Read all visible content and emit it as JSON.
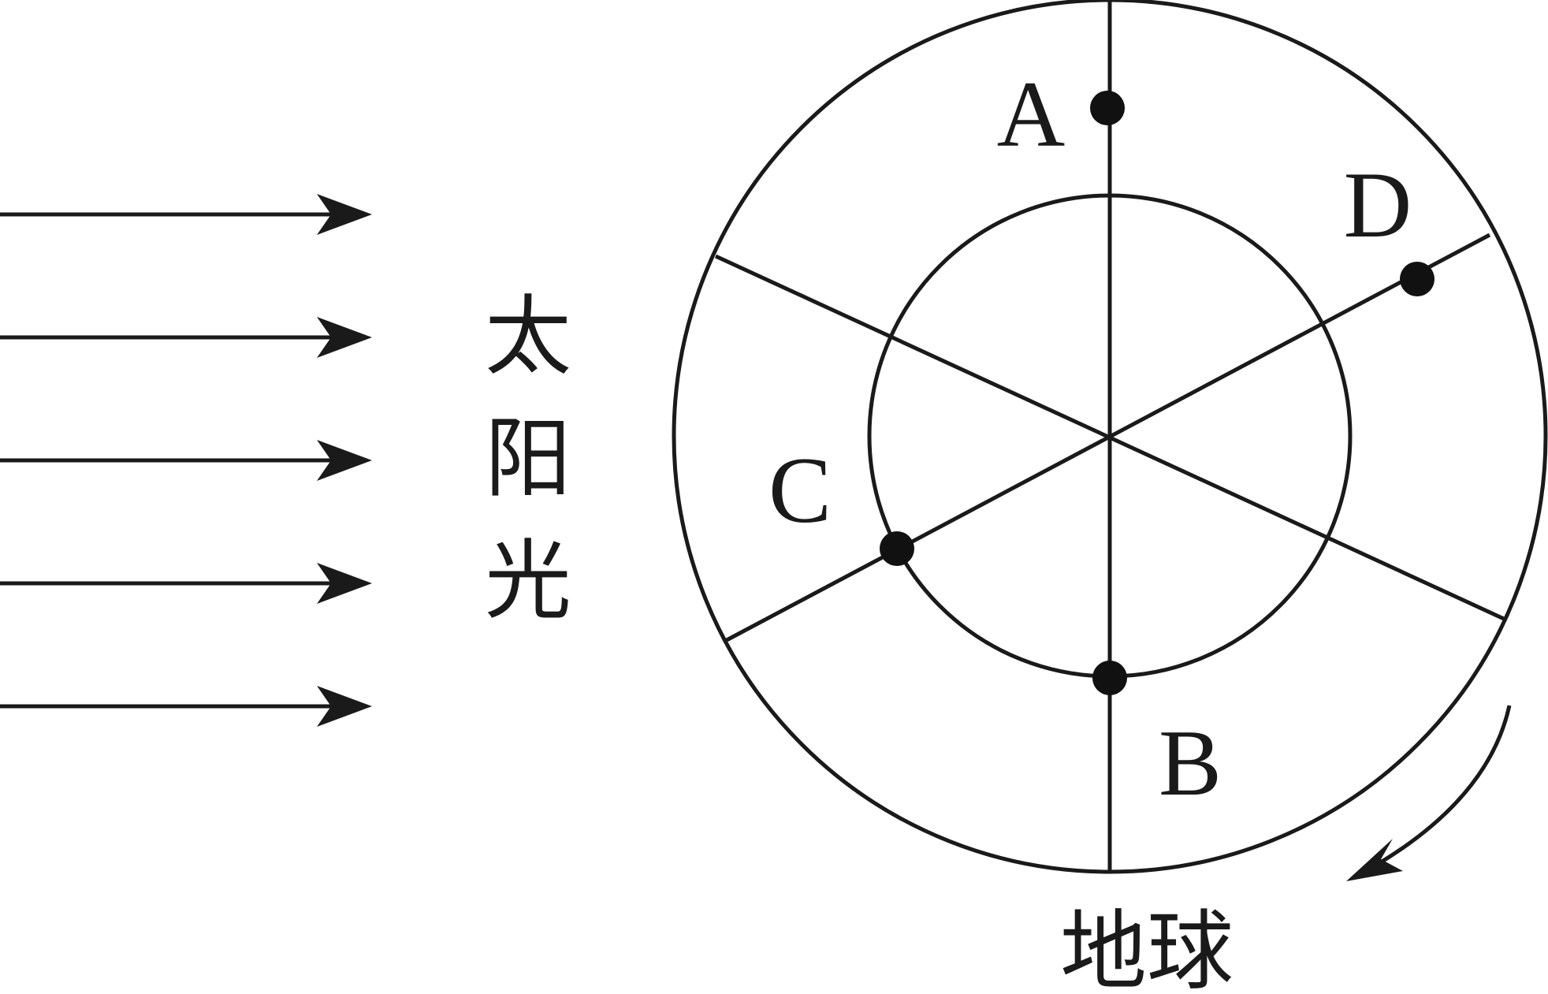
{
  "sunlight": {
    "label_chars": [
      "太",
      "阳",
      "光"
    ],
    "ray_count": 5
  },
  "earth": {
    "label": "地球"
  },
  "points": {
    "a": "A",
    "b": "B",
    "c": "C",
    "d": "D"
  },
  "colors": {
    "ink": "#1a1a1a",
    "background": "#ffffff"
  }
}
